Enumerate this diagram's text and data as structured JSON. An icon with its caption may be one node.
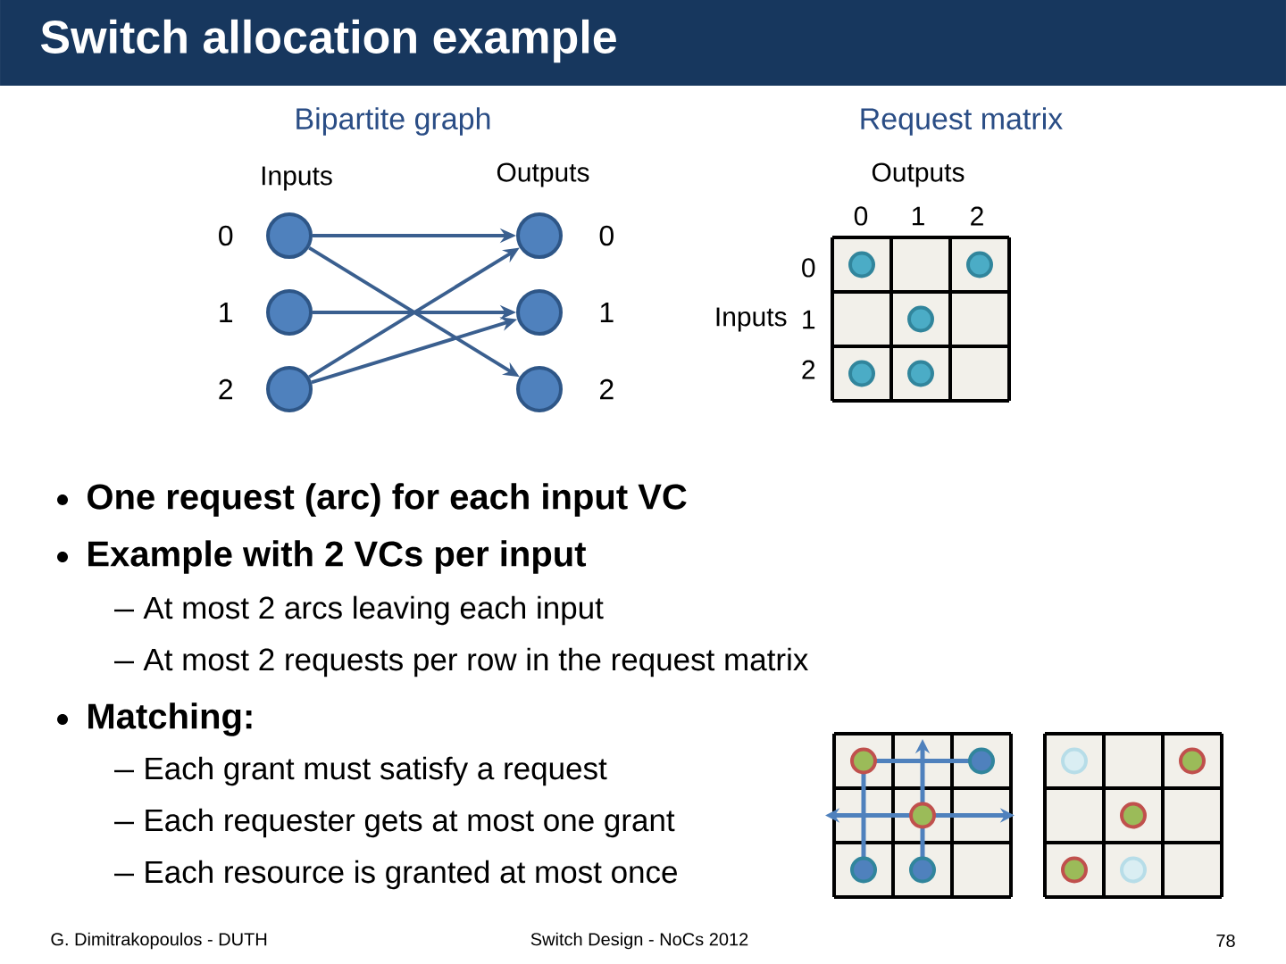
{
  "diagram": {
    "title": "Switch allocation example",
    "nodes": [
      {
        "text": [],
        "shape": "circle",
        "beside": [
          "0"
        ]
      },
      {
        "text": [],
        "shape": "circle",
        "beside": [
          "1"
        ]
      },
      {
        "text": [],
        "shape": "circle",
        "beside": [
          "2"
        ]
      },
      {
        "text": [],
        "shape": "circle",
        "beside": [
          "0"
        ]
      },
      {
        "text": [],
        "shape": "circle",
        "beside": [
          "1"
        ]
      },
      {
        "text": [],
        "shape": "circle",
        "beside": [
          "2"
        ]
      }
    ],
    "edges": [
      {
        "from": 0,
        "to": 3,
        "arrow": "to"
      },
      {
        "from": 0,
        "to": 5,
        "arrow": "to"
      },
      {
        "from": 1,
        "to": 4,
        "arrow": "to"
      },
      {
        "from": 2,
        "to": 3,
        "arrow": "to"
      },
      {
        "from": 2,
        "to": 4,
        "arrow": "to"
      }
    ],
    "labels": [
      "Bipartite graph",
      "Request matrix",
      "Inputs",
      "Outputs",
      "Outputs",
      "0",
      "1",
      "2",
      "0",
      "Inputs",
      "1",
      "2",
      "One request (arc) for each input VC",
      "Example with 2 VCs per input",
      "At most 2 arcs leaving each input",
      "At most 2 requests per row in the request matrix",
      "Matching:",
      "Each grant must satisfy a request",
      "Each requester gets at most one grant",
      "Each resource is granted at most once",
      "G. Dimitrakopoulos - DUTH",
      "Switch Design - NoCs 2012",
      "78"
    ]
  }
}
